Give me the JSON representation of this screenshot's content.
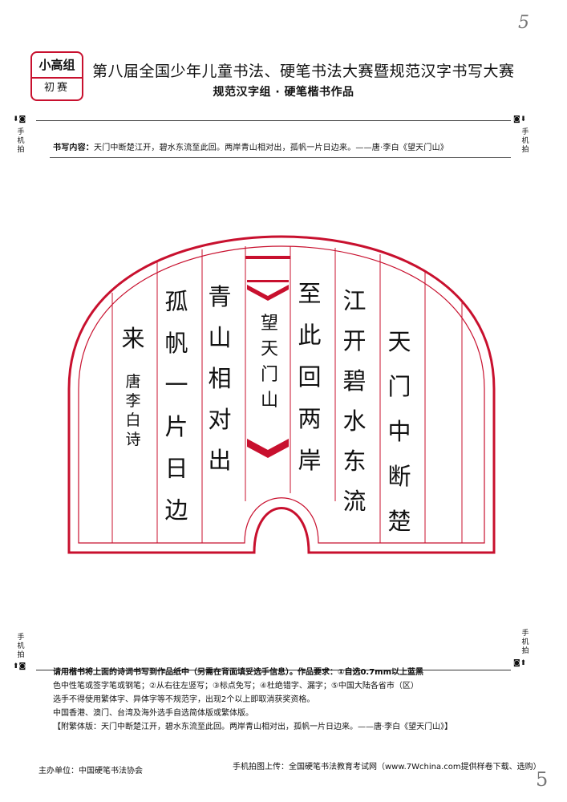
{
  "header": {
    "group_badge": "小高组",
    "round_badge": "初赛",
    "title": "第八届全国少年儿童书法、硬笔书法大赛暨规范汉字书写大赛",
    "subtitle": "规范汉字组 · 硬笔楷书作品",
    "content_label": "书写内容：",
    "content_text": "天门中断楚江开，碧水东流至此回。两岸青山相对出，孤帆一片日边来。——唐·李白《望天门山》"
  },
  "corner_marks": {
    "phone_shoot": "手机拍"
  },
  "page_numbers": {
    "top": "5",
    "bottom": "5"
  },
  "artwork": {
    "poem_title": "望天门山",
    "columns": [
      "天门中断楚",
      "江开碧水东流",
      "至此回两岸",
      "青山相对出",
      "孤帆一片日边",
      "来"
    ],
    "signature": "唐李白诗"
  },
  "instructions": {
    "line1": "请用楷书将上面的诗词书写到作品纸中（另需在背面填妥选手信息）。作品要求：①自选0.7mm以上蓝黑",
    "line2": "色中性笔或签字笔或钢笔；②从右往左竖写；③标点免写；④杜绝错字、漏字；⑤中国大陆各省市（区）",
    "line3": "选手不得使用繁体字、异体字等不规范字，出现2个以上即取消获奖资格。",
    "line4": "中国香港、澳门、台湾及海外选手自选简体版或繁体版。",
    "line5": "【附繁体版：天门中断楚江开，碧水东流至此回。两岸青山相对出，孤帆一片日边来。——唐·李白《望天门山》】"
  },
  "footer": {
    "organizer": "主办单位：中国硬笔书法协会",
    "upload": "手机拍图上传：全国硬笔书法教育考试网（www.7Wchina.com提供样卷下载、选购）"
  },
  "colors": {
    "accent": "#c8102e",
    "text": "#111111"
  }
}
